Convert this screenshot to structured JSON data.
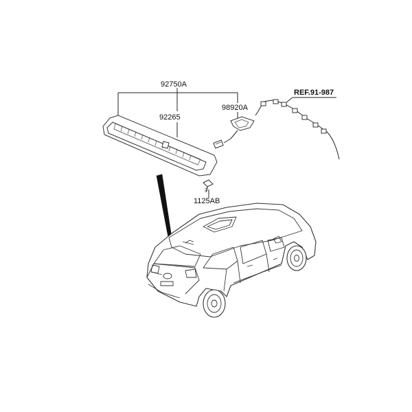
{
  "labels": {
    "assembly": "92750A",
    "lens": "92265",
    "harness": "98920A",
    "screw": "1125AB",
    "reference": "REF.91-987"
  }
}
